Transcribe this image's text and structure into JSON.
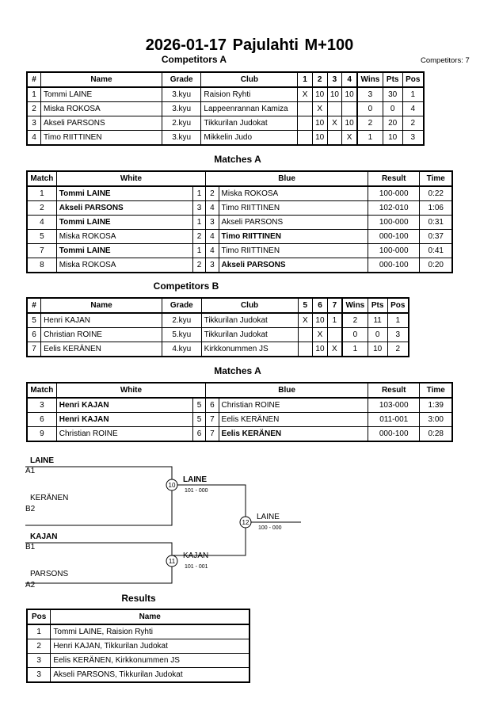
{
  "title": "2026-01-17  Pajulahti   M+100",
  "competitors_count": "Competitors: 7",
  "competitors_a": {
    "heading": "Competitors A",
    "columns": [
      "#",
      "Name",
      "Grade",
      "Club",
      "1",
      "2",
      "3",
      "4",
      "Wins",
      "Pts",
      "Pos"
    ],
    "rows": [
      [
        "1",
        "Tommi LAINE",
        "3.kyu",
        "Raision Ryhti",
        "X",
        "10",
        "10",
        "10",
        "3",
        "30",
        "1"
      ],
      [
        "2",
        "Miska ROKOSA",
        "3.kyu",
        "Lappeenrannan Kamiza",
        "",
        "X",
        "",
        "",
        "0",
        "0",
        "4"
      ],
      [
        "3",
        "Akseli PARSONS",
        "2.kyu",
        "Tikkurilan Judokat",
        "",
        "10",
        "X",
        "10",
        "2",
        "20",
        "2"
      ],
      [
        "4",
        "Timo RIITTINEN",
        "3.kyu",
        "Mikkelin Judo",
        "",
        "10",
        "",
        "X",
        "1",
        "10",
        "3"
      ]
    ]
  },
  "matches_a1": {
    "heading": "Matches A",
    "columns": [
      "Match",
      "White",
      "Blue",
      "Result",
      "Time"
    ],
    "rows": [
      {
        "match": "1",
        "white": "Tommi LAINE",
        "wn": "1",
        "bn": "2",
        "blue": "Miska ROKOSA",
        "result": "100-000",
        "time": "0:22",
        "winner": "white"
      },
      {
        "match": "2",
        "white": "Akseli PARSONS",
        "wn": "3",
        "bn": "4",
        "blue": "Timo RIITTINEN",
        "result": "102-010",
        "time": "1:06",
        "winner": "white"
      },
      {
        "match": "4",
        "white": "Tommi LAINE",
        "wn": "1",
        "bn": "3",
        "blue": "Akseli PARSONS",
        "result": "100-000",
        "time": "0:31",
        "winner": "white"
      },
      {
        "match": "5",
        "white": "Miska ROKOSA",
        "wn": "2",
        "bn": "4",
        "blue": "Timo RIITTINEN",
        "result": "000-100",
        "time": "0:37",
        "winner": "blue"
      },
      {
        "match": "7",
        "white": "Tommi LAINE",
        "wn": "1",
        "bn": "4",
        "blue": "Timo RIITTINEN",
        "result": "100-000",
        "time": "0:41",
        "winner": "white"
      },
      {
        "match": "8",
        "white": "Miska ROKOSA",
        "wn": "2",
        "bn": "3",
        "blue": "Akseli PARSONS",
        "result": "000-100",
        "time": "0:20",
        "winner": "blue"
      }
    ]
  },
  "competitors_b": {
    "heading": "Competitors B",
    "columns": [
      "#",
      "Name",
      "Grade",
      "Club",
      "5",
      "6",
      "7",
      "Wins",
      "Pts",
      "Pos"
    ],
    "rows": [
      [
        "5",
        "Henri KAJAN",
        "2.kyu",
        "Tikkurilan Judokat",
        "X",
        "10",
        "1",
        "2",
        "11",
        "1"
      ],
      [
        "6",
        "Christian ROINE",
        "5.kyu",
        "Tikkurilan Judokat",
        "",
        "X",
        "",
        "0",
        "0",
        "3"
      ],
      [
        "7",
        "Eelis KERÄNEN",
        "4.kyu",
        "Kirkkonummen JS",
        "",
        "10",
        "X",
        "1",
        "10",
        "2"
      ]
    ]
  },
  "matches_a2": {
    "heading": "Matches A",
    "columns": [
      "Match",
      "White",
      "Blue",
      "Result",
      "Time"
    ],
    "rows": [
      {
        "match": "3",
        "white": "Henri KAJAN",
        "wn": "5",
        "bn": "6",
        "blue": "Christian ROINE",
        "result": "103-000",
        "time": "1:39",
        "winner": "white"
      },
      {
        "match": "6",
        "white": "Henri KAJAN",
        "wn": "5",
        "bn": "7",
        "blue": "Eelis KERÄNEN",
        "result": "011-001",
        "time": "3:00",
        "winner": "white"
      },
      {
        "match": "9",
        "white": "Christian ROINE",
        "wn": "6",
        "bn": "7",
        "blue": "Eelis KERÄNEN",
        "result": "000-100",
        "time": "0:28",
        "winner": "blue"
      }
    ]
  },
  "bracket": {
    "slots": [
      {
        "name": "LAINE",
        "seed": "A1"
      },
      {
        "name": "KERÄNEN",
        "seed": "B2"
      },
      {
        "name": "KAJAN",
        "seed": "B1"
      },
      {
        "name": "PARSONS",
        "seed": "A2"
      }
    ],
    "semi1": {
      "number": "10",
      "winner": "LAINE",
      "score": "101 - 000"
    },
    "semi2": {
      "number": "11",
      "winner": "KAJAN",
      "score": "101 - 001"
    },
    "final": {
      "number": "12",
      "winner": "LAINE",
      "score": "100 - 000"
    }
  },
  "results": {
    "heading": "Results",
    "columns": [
      "Pos",
      "Name"
    ],
    "rows": [
      [
        "1",
        "Tommi LAINE, Raision Ryhti"
      ],
      [
        "2",
        "Henri KAJAN, Tikkurilan Judokat"
      ],
      [
        "3",
        "Eelis KERÄNEN, Kirkkonummen JS"
      ],
      [
        "3",
        "Akseli PARSONS, Tikkurilan Judokat"
      ]
    ]
  }
}
